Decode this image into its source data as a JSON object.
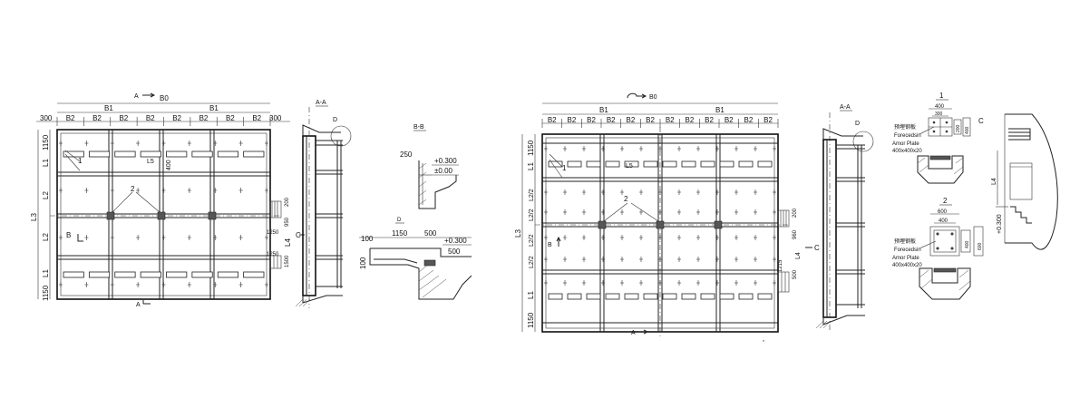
{
  "left_elevation": {
    "section_mark_top": "A",
    "section_mark_bottom": "A",
    "overall_width": "B0",
    "half_widths": [
      "B1",
      "B1"
    ],
    "edge_widths": [
      "300",
      "300"
    ],
    "panel_widths": [
      "B2",
      "B2",
      "B2",
      "B2",
      "B2",
      "B2",
      "B2",
      "B2"
    ],
    "left_dims": [
      "1150",
      "L1",
      "L2",
      "L2",
      "L1",
      "1150"
    ],
    "overall_height": "L3",
    "callouts": [
      "1",
      "2",
      "L5",
      "400"
    ],
    "view_mark": "B",
    "right_dims": [
      "200",
      "950",
      "1250",
      "L4",
      "1250",
      "1500"
    ],
    "side_mark": "C"
  },
  "left_section_aa": {
    "title": "A-A",
    "detail_mark": "D"
  },
  "left_section_bb": {
    "title": "B-B",
    "dims": [
      "250",
      "+0.300",
      "±0.00"
    ]
  },
  "left_detail_d": {
    "title": "D",
    "dims": [
      "100",
      "1150",
      "500",
      "+0.300",
      "500",
      "100"
    ]
  },
  "right_elevation": {
    "section_mark_top": "B0",
    "section_mark_bottom": "A",
    "half_widths": [
      "B1",
      "B1"
    ],
    "panel_widths": [
      "B2",
      "B2",
      "B2",
      "B2",
      "B2",
      "B2",
      "B2",
      "B2",
      "B2",
      "B2",
      "B2",
      "B2"
    ],
    "left_dims": [
      "1150",
      "L1",
      "L2/2",
      "L2/2",
      "L2/2",
      "L2/2",
      "L1",
      "1150"
    ],
    "overall_height": "L3",
    "callouts": [
      "1",
      "L5",
      "2"
    ],
    "view_mark": "B",
    "right_dims": [
      "200",
      "960",
      "L4",
      "1215",
      "500"
    ],
    "side_mark": "C"
  },
  "right_section_aa": {
    "title": "A-A",
    "detail_mark": "D"
  },
  "detail_1": {
    "title": "1",
    "dims": [
      "400",
      "300",
      "200",
      "400"
    ],
    "label_cn": "预埋钢板",
    "label_en1": "Forecedsin",
    "label_en2": "Amor Plate",
    "size": "400x400x20"
  },
  "detail_2": {
    "title": "2",
    "dims": [
      "600",
      "400",
      "400",
      "600"
    ],
    "label_cn": "预埋钢板",
    "label_en1": "Forecedsin",
    "label_en2": "Amor Plate",
    "size": "400x400x20"
  },
  "detail_c": {
    "title": "C",
    "dims": [
      "L4",
      "+0.300"
    ]
  }
}
